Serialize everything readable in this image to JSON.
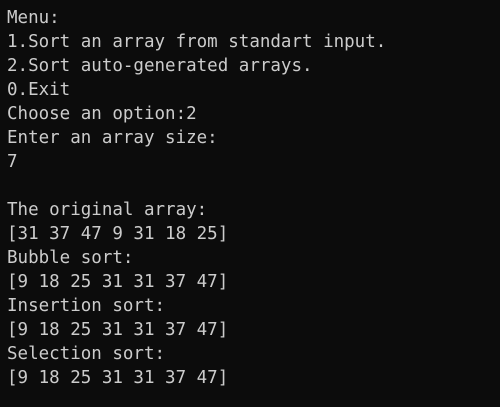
{
  "console": {
    "lines": [
      "Menu:",
      "1.Sort an array from standart input.",
      "2.Sort auto-generated arrays.",
      "0.Exit",
      "Choose an option:2",
      "Enter an array size:",
      "7",
      "",
      "The original array:",
      "[31 37 47 9 31 18 25]",
      "Bubble sort:",
      "[9 18 25 31 31 37 47]",
      "Insertion sort:",
      "[9 18 25 31 31 37 47]",
      "Selection sort:",
      "[9 18 25 31 31 37 47]"
    ],
    "text_color": "#cccccc",
    "background_color": "#0c0c0c"
  }
}
